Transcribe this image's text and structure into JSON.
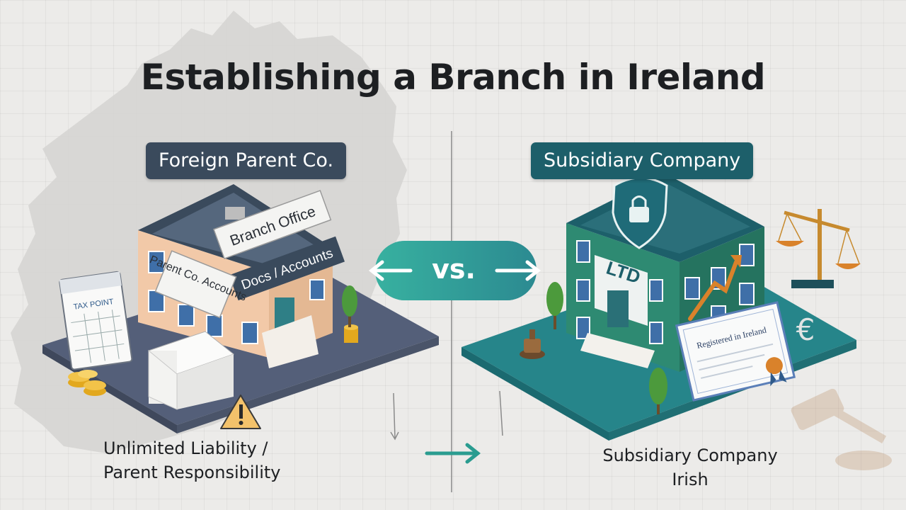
{
  "title": "Establishing a Branch in Ireland",
  "left": {
    "header": "Foreign Parent Co.",
    "sign_branch": "Branch Office",
    "sign_docs": "Docs / Accounts",
    "wall_label": "Parent Co. Accounts",
    "calendar_label": "TAX POINT",
    "caption_line1": "Unlimited Liability /",
    "caption_line2": "Parent Responsibility"
  },
  "center": {
    "vs": "vs."
  },
  "right": {
    "header": "Subsidiary Company",
    "building_sign": "LTD",
    "certificate": "Registered in Ireland",
    "caption_line1": "Subsidiary Company",
    "caption_line2": "Irish"
  },
  "colors": {
    "left_platform": "#545f79",
    "right_platform": "#26858a",
    "dark_teal": "#1d5f6a",
    "slate": "#3a4a5c",
    "accent_orange": "#d9822b"
  }
}
